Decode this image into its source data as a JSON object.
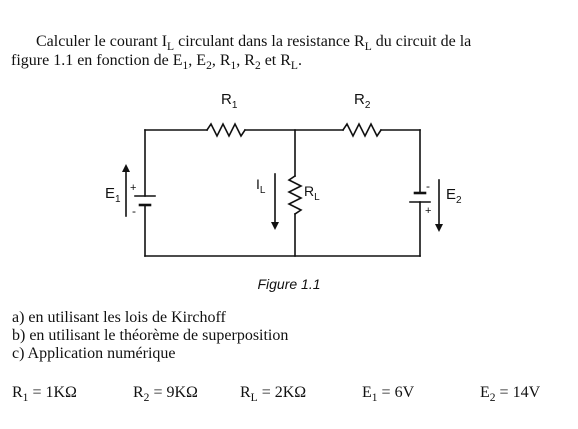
{
  "intro": {
    "line1_before": "Calculer le courant ",
    "line1_IL_main": "I",
    "line1_IL_sub": "L",
    "line1_mid": " circulant dans la resistance ",
    "line1_RL_main": "R",
    "line1_RL_sub": "L",
    "line1_after": " du circuit de la",
    "line2_before": "figure 1.1 en fonction de  ",
    "line2_E1": "E",
    "line2_E1_sub": "1",
    "line2_sep1": ", ",
    "line2_E2": "E",
    "line2_E2_sub": "2",
    "line2_sep2": ", ",
    "line2_R1": "R",
    "line2_R1_sub": "1",
    "line2_sep3": ", ",
    "line2_R2": "R",
    "line2_R2_sub": "2",
    "line2_et": " et  ",
    "line2_RL": "R",
    "line2_RL_sub": "L",
    "line2_end": "."
  },
  "circuit": {
    "label_R1_main": "R",
    "label_R1_sub": "1",
    "label_R2_main": "R",
    "label_R2_sub": "2",
    "label_RL_main": "R",
    "label_RL_sub": "L",
    "label_IL_main": "I",
    "label_IL_sub": "L",
    "label_E1_main": "E",
    "label_E1_sub": "1",
    "label_E2_main": "E",
    "label_E2_sub": "2",
    "plus": "+",
    "minus": "-"
  },
  "caption": "Figure 1.1",
  "questions": {
    "a": "a) en utilisant les lois de Kirchoff",
    "b": "b) en utilisant le théorème de superposition",
    "c": "c) Application numérique"
  },
  "values": {
    "r1_main": "R",
    "r1_sub": "1",
    "r1_rest": " = 1KΩ",
    "r2_main": "R",
    "r2_sub": "2",
    "r2_rest": " = 9KΩ",
    "rl_main": "R",
    "rl_sub": "L",
    "rl_rest": " = 2KΩ",
    "e1_main": "E",
    "e1_sub": "1",
    "e1_rest": " = 6V",
    "e2_main": "E",
    "e2_sub": "2",
    "e2_rest": " = 14V"
  }
}
